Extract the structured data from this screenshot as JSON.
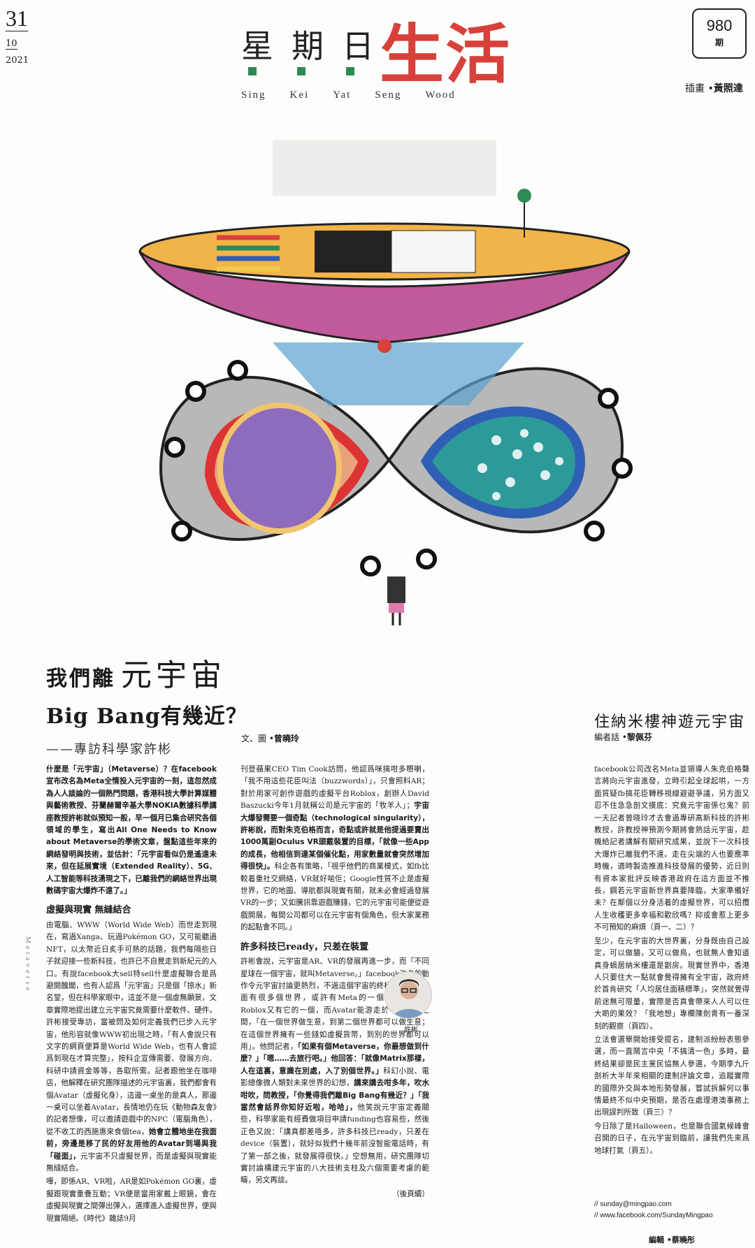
{
  "masthead": {
    "day": "31",
    "month": "10",
    "year": "2021",
    "title_cn_small": "星期日",
    "title_cn_big": "生活",
    "title_roman": [
      "Sing",
      "Kei",
      "Yat",
      "Seng",
      "Wood"
    ],
    "issue_number": "980",
    "issue_unit": "期",
    "illustration_credit_label": "插畫 •",
    "illustration_credit_name": "黃照達"
  },
  "article": {
    "title_part1": "我們離",
    "title_part2": "元宇宙",
    "title_line2": "Big Bang有幾近？",
    "subtitle": "——專訪科學家許彬",
    "byline_label": "文、圖 •",
    "byline_name": "曾曉玲",
    "vertical_label": "Metaverse",
    "lead": "什麼是「元宇宙」（Metaverse）？在facebook宣布改名為Meta全情投入元宇宙的一刻，這忽然成為人人談論的一個熱門問題，香港科技大學計算媒體與藝術教授、芬蘭赫爾辛基大學NOKIA數據科學講座教授許彬就似預知一般，早一個月已集合研究各個領域的學生，寫出All One Needs to Know about Metaverse的學術文章，盤點這些年來的網絡發明與技術，並估計：「元宇宙看似仍是遙遠未來，但在延展實境（Extended Reality）、5G、人工智能等科技湧現之下，已離我們的網絡世界出現數碼宇宙大爆炸不遠了。」",
    "section1_heading": "虛擬與現實 無縫結合",
    "section1_body": "由電腦、WWW（World Wide Web）而世走到現在，寫過Xanga、玩過Pokémon GO，又可能聽過NFT，以太幣近日炙手可熱的話題，我們每隔些日子就迎接一些新科技，也許已不自覺走到新紀元的入口。有說facebook大sell特sell什麼虛擬聯合是爲避開醜聞，也有人認爲「元宇宙」只是個「掠水」新名堂，但在科學家眼中，這並不是一個虛無願景，文章實際地提出建立元宇宙究竟需要什麼軟件、硬件。許彬接受專訪，當被問及如何定義我們已步入元宇宙，他形容就像WWW初出現之時，「有人會說只有文字的網頁便算是World Wide Web，也有人會認爲到現在才算完整」，按科企宣傳需要、發展方向、科研中請資金等等，各取所需。記者跟他坐在咖啡店，他解釋在研究團隊描述的元宇宙裏，我們都會有個Avatar（虛擬化身），這邊一桌坐的是真人，那邊一桌可以坐着Avatar，長情地仍在玩《動物森友會》的記者想像，可以邀請遊戲中的NPC（電腦角色），從不收工的西施惠來食個tea，",
    "section1_emph": "她會立體地坐在我面前，旁邊是移了民的好友用他的Avatar到場與我「碰面」，",
    "section1_body2": "元宇宙不只虛擬世界，而是虛擬與現實能無縫結合。",
    "section1_body3": "嘩，即係AR、VR啦，AR是如Pokémon GO裏，虛擬跟現實重疊互動；VR便是當用家戴上眼鏡，會在虛擬與現實之間彈出彈入，選擇進入虛擬世界，便與現實隔絕。《時代》雜誌9月",
    "col2_body1": "刊登蘋果CEO Tim Cook訪問，他認爲咪搞咁多嘢喇，「我不用這些花臣叫法（buzzwords）」，只會照料AR；對於用家可創作遊戲的虛擬平台Roblox，創辦人David Baszucki今年1月就稱公司是元宇宙的「牧羊人」；",
    "col2_emph1": "宇宙大爆發需要一個奇點（technological singularity），許彬說，而對朱克伯格而言，奇點或許就是他提過要賣出1000萬副Oculus VR頭戴裝置的目標，「就像一些App的成長，他相信到達某個催化點，用家數量就會突然增加得很快」。",
    "col2_body2": "科企各有策略，「視乎他們的商業模式，如fb比較着重社交網絡，VR就好啱佢；Google性質不止是虛擬世界，它的地圖、導航都與現實有關，就未必會經過發展VR的一步；又如騰訊靠遊戲賺錢，它的元宇宙可能便從遊戲開展，每間公司都可以在元宇宙有個角色，但大家業務的起點會不同。」",
    "section2_heading": "許多科技已ready，只差在裝置",
    "col2_body3": "許彬會說，元宇宙是AR、VR的發展再進一步，而「不同星球在一個宇宙，就叫Metaverse。」facebook改名的動作令元宇宙討論更熱烈，不過這個宇宙的終極進化，是裏面有很多個世界，或許有Meta的一個、Google、Roblox又有它的一個，而Avatar能游走於不同世界之間，「在一個世界做生意，到第二個世界都可以做生意；在這個世界擁有一些錢如虛擬貨幣，到別的世界都可以用」。他問記者，",
    "col2_emph2": "「如果有個Metaverse，你最想做到什麼？」「嗯……去旅行吧。」他回答：「就像Matrix那樣，人在這裏，意識在別處，入了別個世界。」",
    "col2_body4": "科幻小說、電影總像微人類對未來世界的幻想，",
    "col2_emph3": "講來講去咁多年，吹水咁吹，問教授，「你覺得我們離Big Bang有幾近？」「我當然會話界你知好近啦，哈哈」，",
    "col2_body5": "他笑說元宇宙定義關些，科學家能有經費做項目申請funding也容易些，然後正色又說：「講真都差唔多，許多科技已ready，只差在device（裝置），就好似我們十幾年前沒智能電話時，有了第一部之後，就發展得很快。」空想無用，研究團隊切實討論構建元宇宙的八大技術支柱及六個需要考慮的範疇，另文再談。",
    "continued": "（後頁續）",
    "portrait_caption": "許彬"
  },
  "sidebar": {
    "title": "住納米樓神遊元宇宙",
    "byline_label": "編者話 •",
    "byline_name": "黎佩芬",
    "body1": "facebook公司改名Meta並領導人朱克伯格聲言將向元宇宙進發，立時引起全球起哄，一方面質疑fb搞花臣轉移視線避避爭議，另方面又忍不住急急剖文摸底：究竟元宇宙係乜鬼？前一天記者曾晓玲才去會過專研高新科技的許彬教授，許教授神預測今期將會熱話元宇宙，趁機給記者講解有關研究成果，並說下一次科技大爆炸已離我們不遠。走在尖端的人也要應準時機，適時製造推進科技發展的優勢，近日則有資本家批評反映香港政府在這方面並不推長，鋼若元宇宙新世界真要降臨，大家準備好未？在鄰個以分身活着的虛擬世界，可以招攬人生收穫更多幸福和歡欣嗎？抑或會惹上更多不可預知的麻煩（頁一、二）？",
    "body2": "至少，在元宇宙的大世界裏，分身既由自己設定，可以做貓，又可以做鳥，也就無人會知道真身蝸居納米樓還是劏房。現實世界中，香港人只要住大一點就會覺得擁有全宇宙，政府終於首肯研究「人均居住面積標準」，突然就覺得前途無可限量，實際是否真會帶來人人可以住大啲的果效？「我地想」專欄陳劍青有一番深刻的觀察（頁四）。",
    "body3": "立法會選舉開始接受提名，建制派紛紛表態參選，而一直鬧言中央「不搞清一色」多時，最終結果卻是民主黨民協無人參選，今期李九斤剖析大半年來相關的建制評論文章，追蹤實際的國際外交與本地形勢發展，嘗試拆解何以事情最終不似中央預期，是否在處理港澳事務上出現誤判所致（頁三）？",
    "body4": "今日除了是Halloween，也是聯合國氣候峰會召開的日子，在元宇宙到臨前，讓我們先來爲地球打氣（頁五）。",
    "email": "sunday@mingpao.com",
    "facebook": "www.facebook.com/SundayMingpao",
    "editor_label": "編輯 •",
    "editor_name": "蔡曉彤"
  },
  "colors": {
    "brand_red": "#d8413b",
    "brand_green": "#2d8a55",
    "text": "#1a1a1a"
  }
}
